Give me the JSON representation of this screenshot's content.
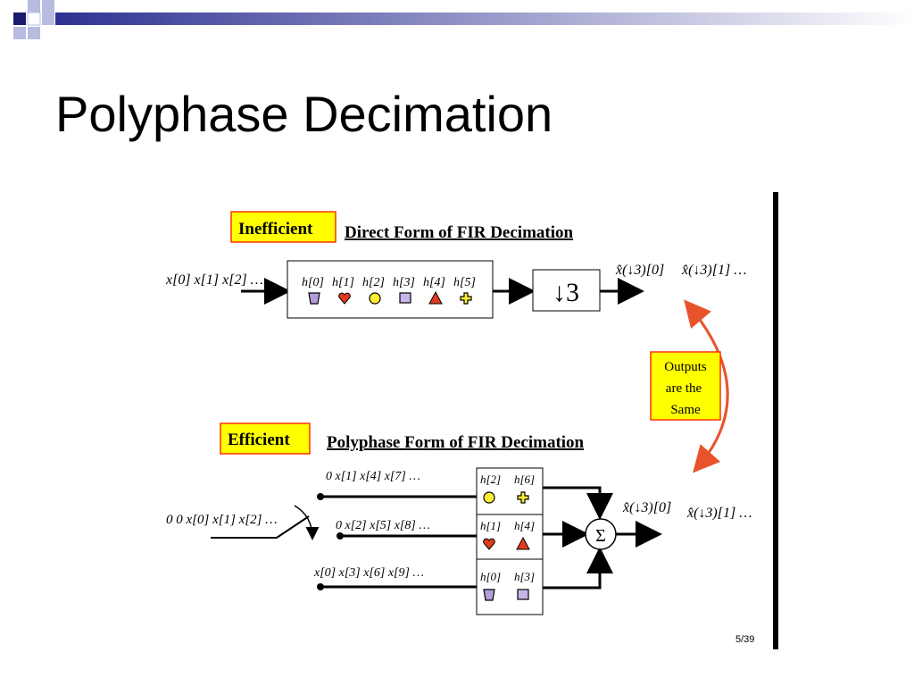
{
  "slide": {
    "title": "Polyphase Decimation",
    "page_number": "5/39"
  },
  "colors": {
    "label_bg": "#ffff00",
    "label_border": "#ff3300",
    "accent_arrow": "#e8532c",
    "purple_shape": "#b39ddb",
    "red_shape": "#e03a1e",
    "yellow_shape": "#ffee33",
    "square_shape": "#c8b4e8",
    "header_bar": "#6b6ea8"
  },
  "top": {
    "label": "Inefficient",
    "heading": "Direct Form of FIR Decimation",
    "input_seq": "x[0] x[1] x[2] …",
    "coeffs": [
      "h[0]",
      "h[1]",
      "h[2]",
      "h[3]",
      "h[4]",
      "h[5]"
    ],
    "shapes": [
      "trapezoid-icon",
      "heart-icon",
      "circle-icon",
      "square-icon",
      "triangle-icon",
      "cross-icon"
    ],
    "decimator": "↓3",
    "output_seq": [
      "x̂(↓3)[0]",
      "x̂(↓3)[1] …"
    ]
  },
  "middle": {
    "note_lines": [
      "Outputs",
      "are the",
      "Same"
    ]
  },
  "bottom": {
    "label": "Efficient",
    "heading": "Polyphase Form of FIR Decimation",
    "commutator_input": "0 0 x[0] x[1] x[2] …",
    "branches": [
      {
        "seq": "0  x[1]  x[4]  x[7]  …",
        "coeffs": [
          "h[2]",
          "h[6]"
        ],
        "shapes": [
          "circle-icon",
          "cross-icon"
        ]
      },
      {
        "seq": "0  x[2]  x[5]  x[8]  …",
        "coeffs": [
          "h[1]",
          "h[4]"
        ],
        "shapes": [
          "heart-icon",
          "triangle-icon"
        ]
      },
      {
        "seq": "x[0] x[3] x[6]  x[9]  …",
        "coeffs": [
          "h[0]",
          "h[3]"
        ],
        "shapes": [
          "trapezoid-icon",
          "square-icon"
        ]
      }
    ],
    "summer": "Σ",
    "output_seq": [
      "x̂(↓3)[0]",
      "x̂(↓3)[1] …"
    ]
  }
}
